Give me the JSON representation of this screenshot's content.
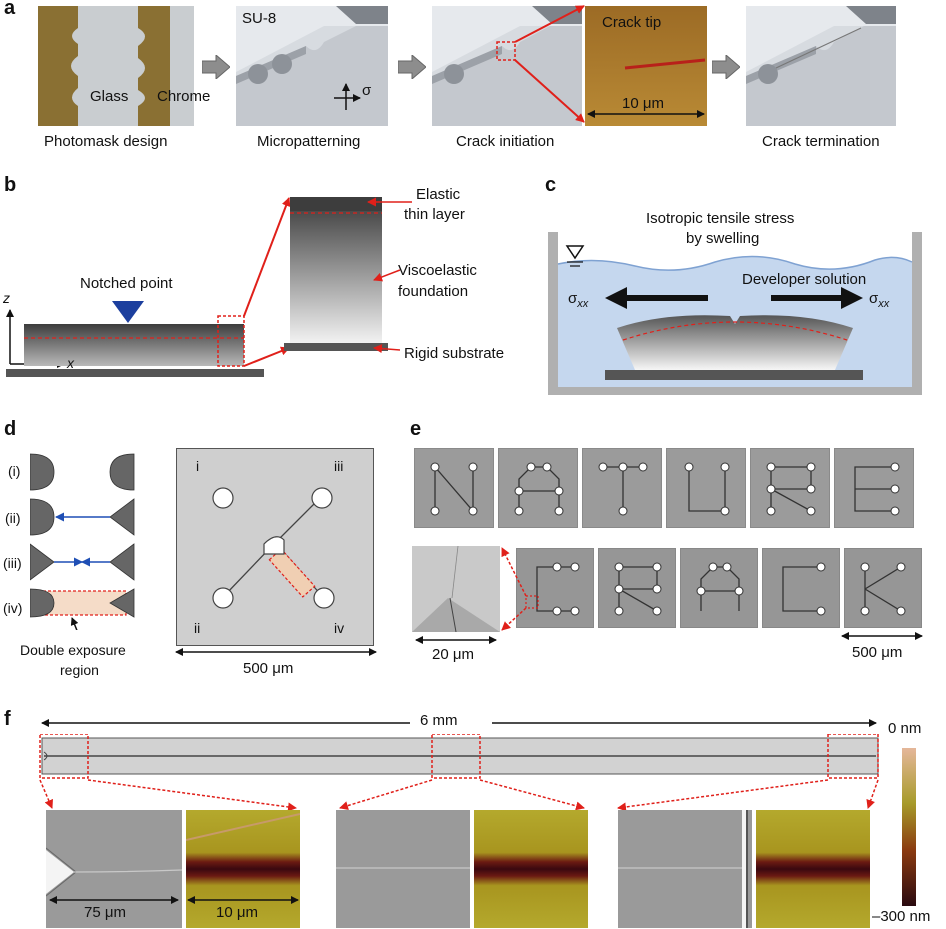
{
  "panel_a": {
    "label": "a",
    "mask_glass": "Glass",
    "mask_chrome": "Chrome",
    "su8": "SU-8",
    "sigma": "σ",
    "crack_tip": "Crack tip",
    "scale_10um": "10 μm",
    "captions": [
      "Photomask design",
      "Micropatterning",
      "Crack initiation",
      "Crack termination"
    ]
  },
  "panel_b": {
    "label": "b",
    "notched_point": "Notched point",
    "axis_z": "z",
    "axis_x": "x",
    "elastic_line1": "Elastic",
    "elastic_line2": "thin layer",
    "visco_line1": "Viscoelastic",
    "visco_line2": "foundation",
    "rigid": "Rigid substrate"
  },
  "panel_c": {
    "label": "c",
    "stress_line1": "Isotropic tensile stress",
    "stress_line2": "by swelling",
    "developer": "Developer solution",
    "sigma_left": "σ",
    "sigma_right": "σ",
    "sub": "xx"
  },
  "panel_d": {
    "label": "d",
    "rows": [
      "(i)",
      "(ii)",
      "(iii)",
      "(iv)"
    ],
    "double_line1": "Double exposure",
    "double_line2": "region",
    "corners": [
      "i",
      "iii",
      "ii",
      "iv"
    ],
    "scale_500um": "500 μm"
  },
  "panel_e": {
    "label": "e",
    "scale_20um": "20 μm",
    "scale_500um": "500 μm"
  },
  "panel_f": {
    "label": "f",
    "length_6mm": "6 mm",
    "colorbar_top": "0 nm",
    "colorbar_bottom": "–300 nm",
    "scale_75um": "75 μm",
    "scale_10um": "10 μm"
  }
}
